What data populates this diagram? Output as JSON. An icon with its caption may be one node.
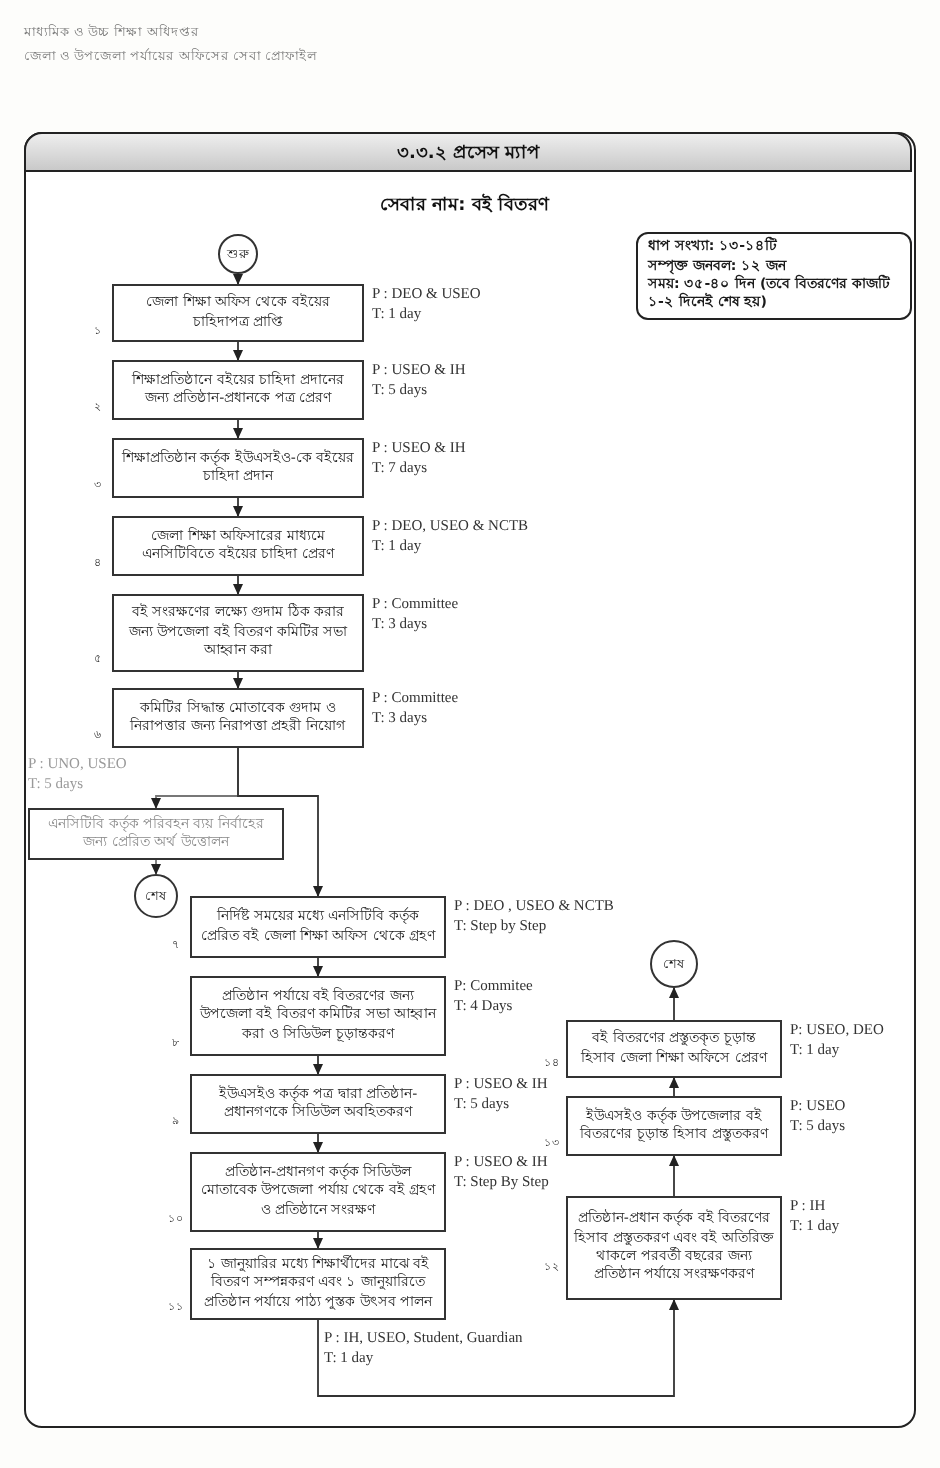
{
  "diagram": {
    "title": "৩.৩.২ প্রসেস ম্যাপ",
    "nodes": [
      {
        "text": [
          "শুরু"
        ]
      },
      {
        "text": [
          "জেলা শিক্ষা অফিস থেকে বইয়ের চাহিদাপত্র প্রাপ্তি"
        ],
        "beside": [
          "১",
          "P : DEO & USEO",
          "T: 1 day"
        ]
      },
      {
        "text": [
          "শিক্ষাপ্রতিষ্ঠানে বইয়ের চাহিদা প্রদানের জন্য প্রতিষ্ঠান-প্রধানকে পত্র প্রেরণ"
        ],
        "beside": [
          "২",
          "P : USEO & IH",
          "T: 5 days"
        ]
      },
      {
        "text": [
          "শিক্ষাপ্রতিষ্ঠান কর্তৃক ইউএসইও-কে বইয়ের চাহিদা প্রদান"
        ],
        "beside": [
          "৩",
          "P : USEO & IH",
          "T: 7 days"
        ]
      },
      {
        "text": [
          "জেলা শিক্ষা অফিসারের মাধ্যমে এনসিটিবিতে বইয়ের চাহিদা প্রেরণ"
        ],
        "beside": [
          "৪",
          "P : DEO, USEO & NCTB",
          "T: 1 day"
        ]
      },
      {
        "text": [
          "বই সংরক্ষণের লক্ষ্যে গুদাম ঠিক করার জন্য উপজেলা বই বিতরণ কমিটির সভা আহ্বান করা"
        ],
        "beside": [
          "৫",
          "P : Committee",
          "T: 3 days"
        ]
      },
      {
        "text": [
          "কমিটির সিদ্ধান্ত মোতাবেক গুদাম ও নিরাপত্তার জন্য নিরাপত্তা প্রহরী নিয়োগ"
        ],
        "beside": [
          "৬",
          "P : Committee",
          "T: 3 days"
        ]
      },
      {
        "text": [
          "এনসিটিবি কর্তৃক পরিবহন ব্যয় নির্বাহের জন্য প্রেরিত অর্থ উত্তোলন"
        ],
        "beside": [
          "P : UNO, USEO",
          "T: 5 days"
        ]
      },
      {
        "text": [
          "শেষ"
        ]
      },
      {
        "text": [
          "নির্দিষ্ট সময়ের মধ্যে এনসিটিবি কর্তৃক প্রেরিত বই জেলা শিক্ষা অফিস থেকে গ্রহণ"
        ],
        "beside": [
          "৭",
          "P : DEO , USEO & NCTB",
          "T: Step by Step"
        ]
      },
      {
        "text": [
          "প্রতিষ্ঠান পর্যায়ে বই বিতরণের জন্য উপজেলা বই বিতরণ কমিটির সভা আহ্বান করা ও সিডিউল চূড়ান্তকরণ"
        ],
        "beside": [
          "৮",
          "P: Commitee",
          "T: 4 Days"
        ]
      },
      {
        "text": [
          "ইউএসইও কর্তৃক পত্র দ্বারা প্রতিষ্ঠান-প্রধানগণকে সিডিউল অবহিতকরণ"
        ],
        "beside": [
          "৯",
          "P : USEO & IH",
          "T: 5 days"
        ]
      },
      {
        "text": [
          "প্রতিষ্ঠান-প্রধানগণ কর্তৃক সিডিউল মোতাবেক উপজেলা পর্যায় থেকে বই গ্রহণ ও প্রতিষ্ঠানে সংরক্ষণ"
        ],
        "beside": [
          "১০",
          "P : USEO & IH",
          "T: Step By Step"
        ]
      },
      {
        "text": [
          "১ জানুয়ারির মধ্যে শিক্ষার্থীদের মাঝে বই বিতরণ সম্পন্নকরণ এবং ১ জানুয়ারিতে প্রতিষ্ঠান পর্যায়ে পাঠ্য পুস্তক উৎসব পালন"
        ],
        "beside": [
          "১১",
          "P : IH, USEO, Student, Guardian",
          "T: 1 day"
        ]
      },
      {
        "text": [
          "প্রতিষ্ঠান-প্রধান কর্তৃক বই বিতরণের হিসাব প্রস্তুতকরণ এবং বই অতিরিক্ত থাকলে পরবর্তী বছরের জন্য প্রতিষ্ঠান পর্যায়ে সংরক্ষণকরণ"
        ],
        "beside": [
          "১২",
          "P : IH",
          "T: 1 day"
        ]
      },
      {
        "text": [
          "ইউএসইও কর্তৃক উপজেলার বই বিতরণের চূড়ান্ত হিসাব প্রস্তুতকরণ"
        ],
        "beside": [
          "১৩",
          "P: USEO",
          "T: 5 days"
        ]
      },
      {
        "text": [
          "বই বিতরণের প্রস্তুতকৃত চূড়ান্ত হিসাব জেলা শিক্ষা অফিসে প্রেরণ"
        ],
        "beside": [
          "১৪",
          "P: USEO, DEO",
          "T: 1 day"
        ]
      },
      {
        "text": [
          "শেষ"
        ]
      },
      {
        "text": [
          "ধাপ সংখ্যা: ১৩-১৪টি",
          "সম্পৃক্ত জনবল: ১২ জন",
          "সময়: ৩৫-৪০ দিন (তবে বিতরণের কাজটি ১-২ দিনেই শেষ হয়)"
        ]
      }
    ],
    "edges": [
      {
        "from": 0,
        "to": 1,
        "arrow": "to"
      },
      {
        "from": 1,
        "to": 2,
        "arrow": "to"
      },
      {
        "from": 2,
        "to": 3,
        "arrow": "to"
      },
      {
        "from": 3,
        "to": 4,
        "arrow": "to"
      },
      {
        "from": 4,
        "to": 5,
        "arrow": "to"
      },
      {
        "from": 5,
        "to": 6,
        "arrow": "to"
      },
      {
        "from": 6,
        "to": 7,
        "arrow": "to"
      },
      {
        "from": 6,
        "to": 9,
        "arrow": "to"
      },
      {
        "from": 7,
        "to": 8,
        "arrow": "to"
      },
      {
        "from": 9,
        "to": 10,
        "arrow": "to"
      },
      {
        "from": 10,
        "to": 11,
        "arrow": "to"
      },
      {
        "from": 11,
        "to": 12,
        "arrow": "to"
      },
      {
        "from": 12,
        "to": 13,
        "arrow": "to"
      },
      {
        "from": 13,
        "to": 14,
        "arrow": "to"
      },
      {
        "from": 14,
        "to": 15,
        "arrow": "to"
      },
      {
        "from": 15,
        "to": 16,
        "arrow": "to"
      },
      {
        "from": 16,
        "to": 17,
        "arrow": "to"
      }
    ],
    "labels": [
      "মাধ্যমিক ও উচ্চ শিক্ষা অধিদপ্তর",
      "জেলা ও উপজেলা পর্যায়ের অফিসের সেবা প্রোফাইল",
      "সেবার নাম: বই বিতরণ"
    ]
  }
}
